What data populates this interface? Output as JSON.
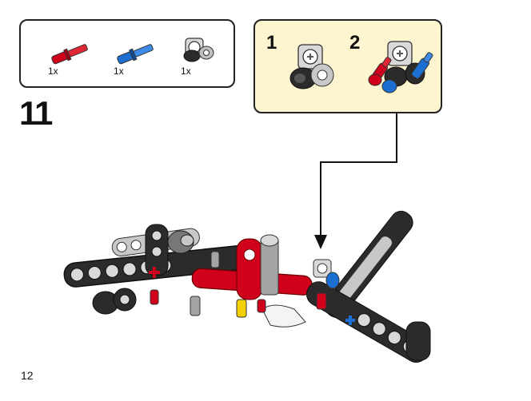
{
  "parts": [
    {
      "name": "red-axle-pin",
      "qty": "1x",
      "color": "#d0021b"
    },
    {
      "name": "blue-axle-pin",
      "qty": "1x",
      "color": "#1c6fd1"
    },
    {
      "name": "grey-cross-block",
      "qty": "1x",
      "color": "#9b9b9b"
    }
  ],
  "step": {
    "number": "11"
  },
  "substeps": [
    {
      "number": "1"
    },
    {
      "number": "2"
    }
  ],
  "page": {
    "number": "12"
  },
  "colors": {
    "black": "#2b2b2b",
    "red": "#d0021b",
    "blue": "#1c6fd1",
    "grey": "#a4a4a4",
    "light_grey": "#d9d9d9",
    "yellow": "#f5d000",
    "substep_bg": "#fdf5cf"
  }
}
